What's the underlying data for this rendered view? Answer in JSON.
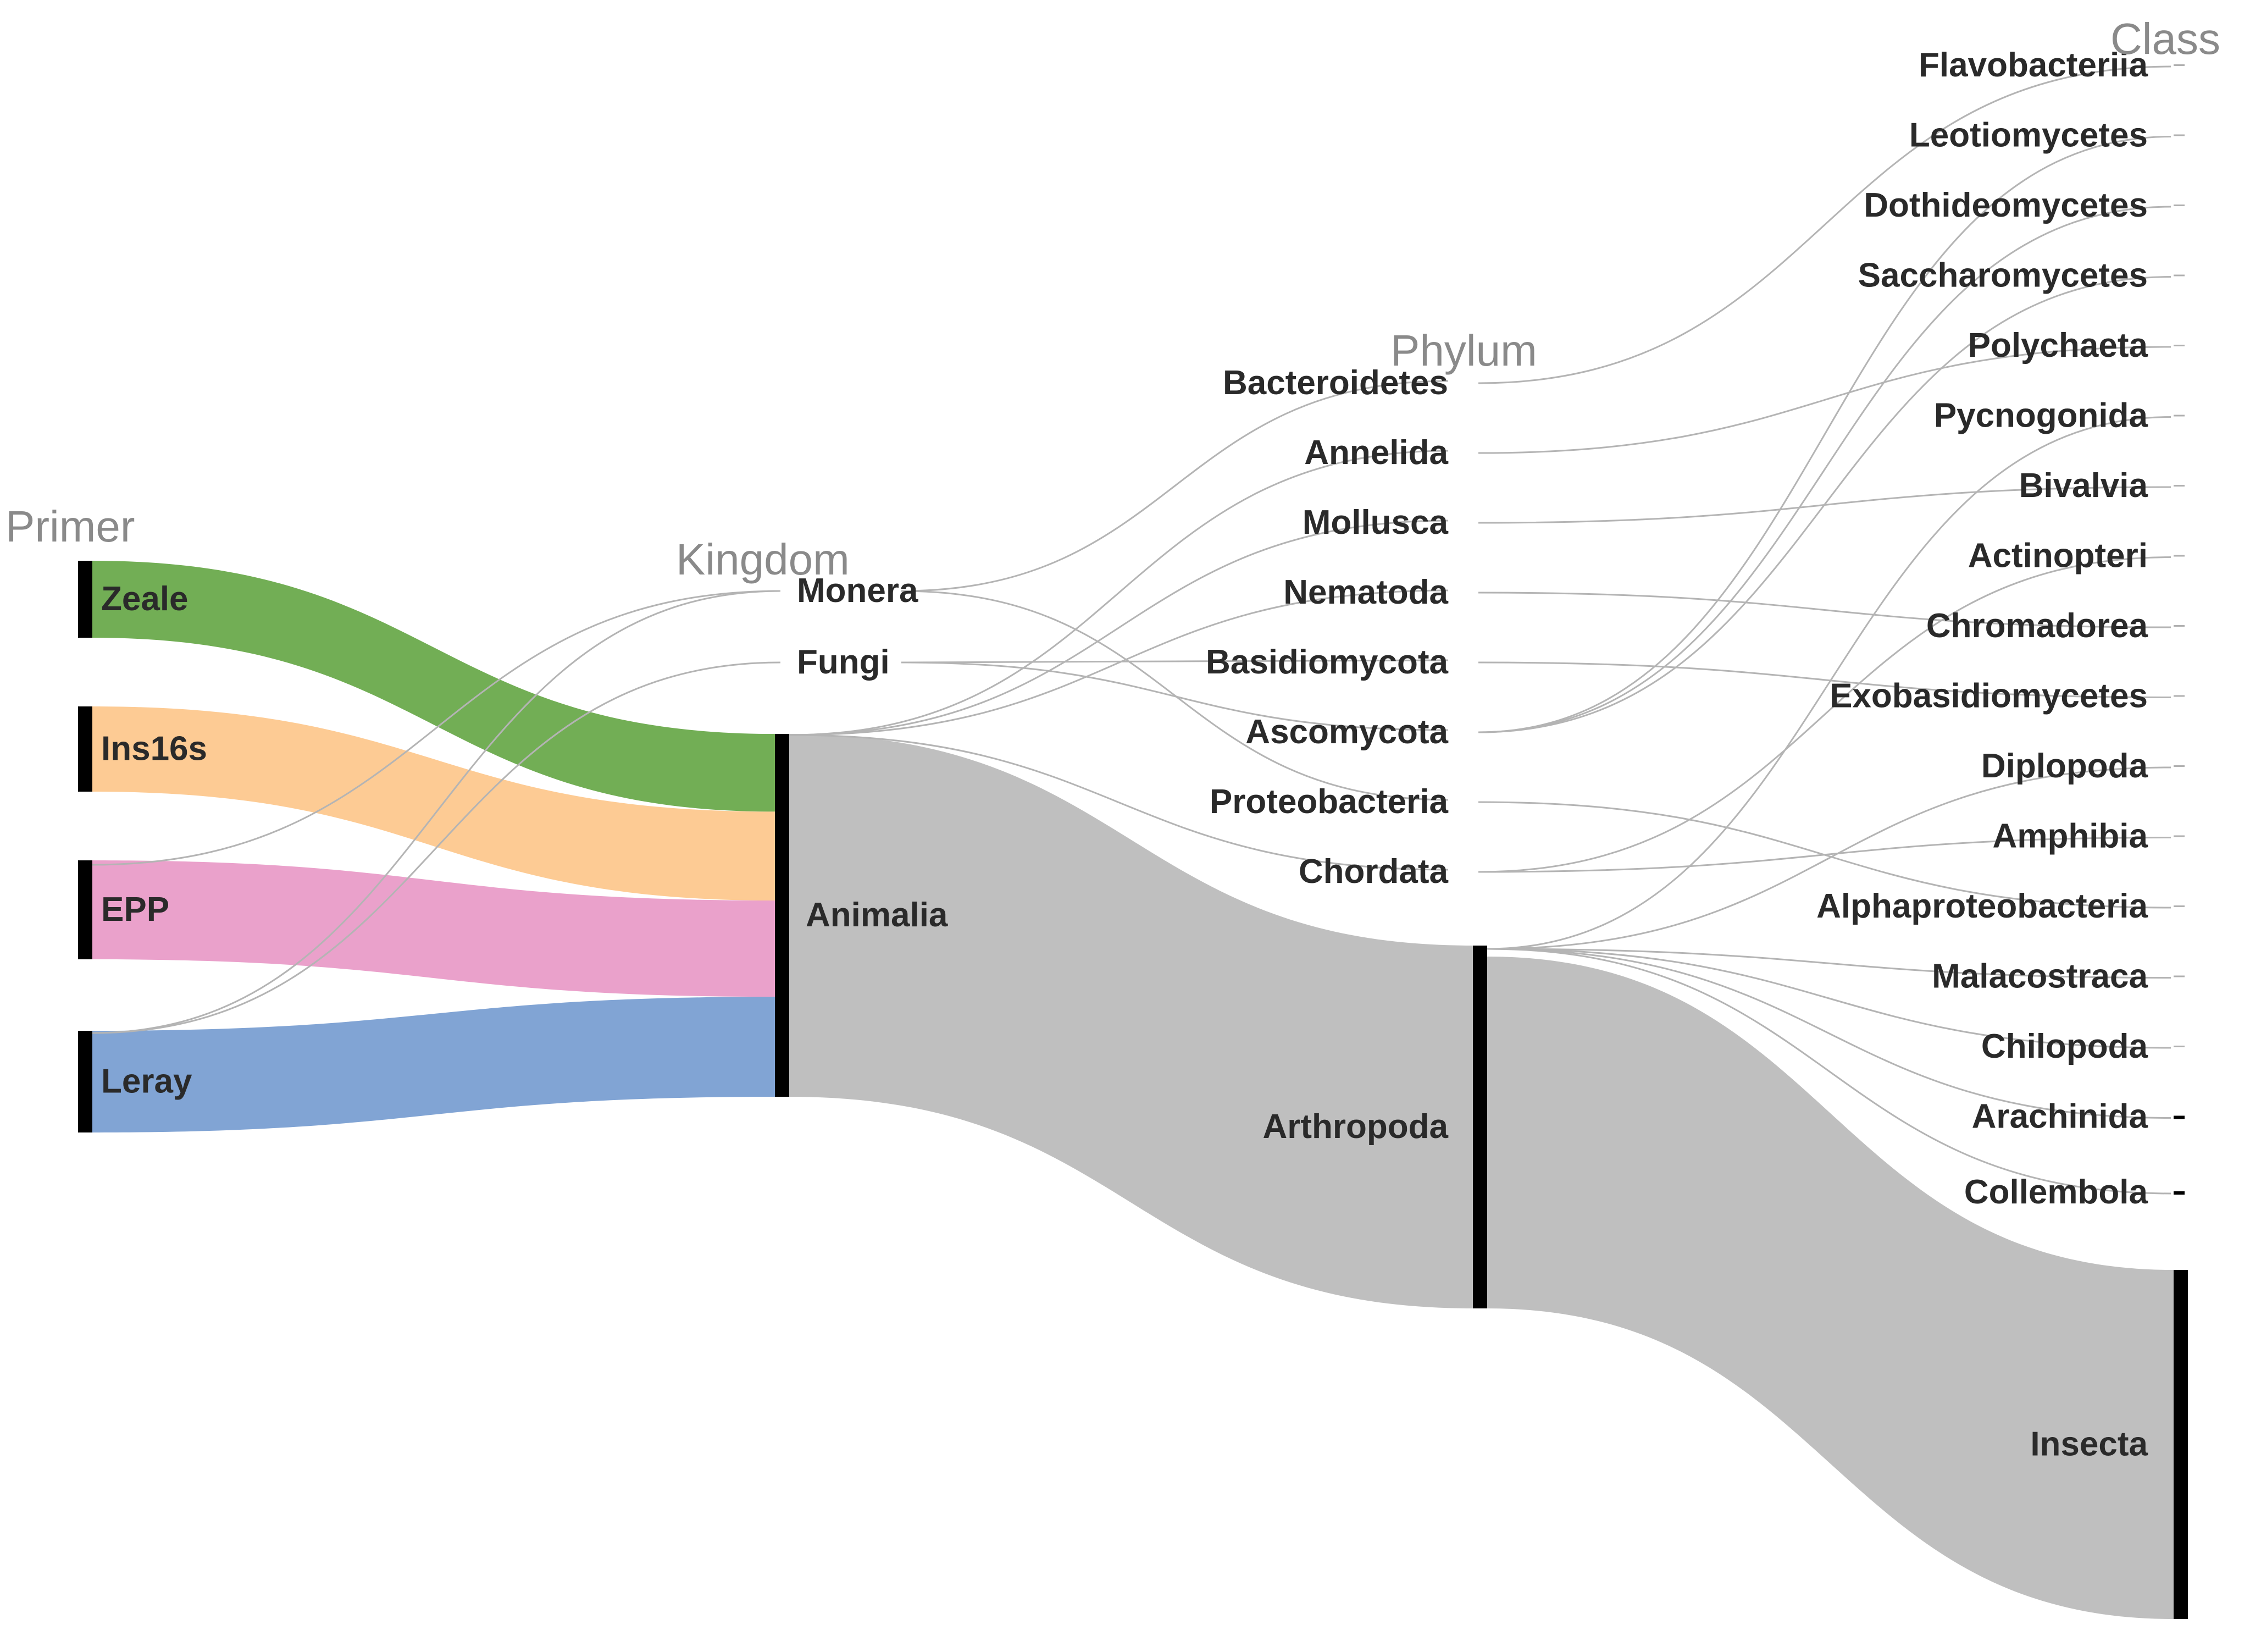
{
  "columns": {
    "primer": "Primer",
    "kingdom": "Kingdom",
    "phylum": "Phylum",
    "class": "Class"
  },
  "colors": {
    "Zeale": "#6aaa4c",
    "Ins16s": "#fdc88e",
    "EPP": "#e99cc8",
    "Leray": "#7a9fd2",
    "main_flow": "#bcbcbc",
    "thin_link": "#b4b4b4",
    "node_bar": "#000000"
  },
  "nodes": {
    "primer": [
      "Zeale",
      "Ins16s",
      "EPP",
      "Leray"
    ],
    "kingdom": [
      "Monera",
      "Fungi",
      "Animalia"
    ],
    "phylum": [
      "Bacteroidetes",
      "Annelida",
      "Mollusca",
      "Nematoda",
      "Basidiomycota",
      "Ascomycota",
      "Proteobacteria",
      "Chordata",
      "Arthropoda"
    ],
    "class": [
      "Flavobacteriia",
      "Leotiomycetes",
      "Dothideomycetes",
      "Saccharomycetes",
      "Polychaeta",
      "Pycnogonida",
      "Bivalvia",
      "Actinopteri",
      "Chromadorea",
      "Exobasidiomycetes",
      "Diplopoda",
      "Amphibia",
      "Alphaproteobacteria",
      "Malacostraca",
      "Chilopoda",
      "Arachinida",
      "Collembola",
      "Insecta"
    ]
  },
  "flows": {
    "primer_to_kingdom": [
      {
        "source": "Zeale",
        "target": "Animalia",
        "share": 0.21
      },
      {
        "source": "Ins16s",
        "target": "Animalia",
        "share": 0.24
      },
      {
        "source": "EPP",
        "target": "Animalia",
        "share": 0.26
      },
      {
        "source": "Leray",
        "target": "Animalia",
        "share": 0.27
      },
      {
        "source": "EPP",
        "target": "Monera",
        "share": 0.002
      },
      {
        "source": "Leray",
        "target": "Monera",
        "share": 0.002
      },
      {
        "source": "Leray",
        "target": "Fungi",
        "share": 0.002
      }
    ],
    "kingdom_to_phylum": [
      {
        "source": "Animalia",
        "target": "Arthropoda",
        "share": 0.98
      },
      {
        "source": "Animalia",
        "target": "Annelida",
        "share": 0.002
      },
      {
        "source": "Animalia",
        "target": "Mollusca",
        "share": 0.002
      },
      {
        "source": "Animalia",
        "target": "Nematoda",
        "share": 0.002
      },
      {
        "source": "Animalia",
        "target": "Chordata",
        "share": 0.002
      },
      {
        "source": "Monera",
        "target": "Bacteroidetes",
        "share": 0.002
      },
      {
        "source": "Monera",
        "target": "Proteobacteria",
        "share": 0.002
      },
      {
        "source": "Fungi",
        "target": "Basidiomycota",
        "share": 0.002
      },
      {
        "source": "Fungi",
        "target": "Ascomycota",
        "share": 0.002
      }
    ],
    "phylum_to_class": [
      {
        "source": "Arthropoda",
        "target": "Insecta",
        "share": 0.95
      },
      {
        "source": "Arthropoda",
        "target": "Collembola",
        "share": 0.01
      },
      {
        "source": "Arthropoda",
        "target": "Arachinida",
        "share": 0.01
      },
      {
        "source": "Arthropoda",
        "target": "Pycnogonida",
        "share": 0.002
      },
      {
        "source": "Arthropoda",
        "target": "Diplopoda",
        "share": 0.002
      },
      {
        "source": "Arthropoda",
        "target": "Malacostraca",
        "share": 0.002
      },
      {
        "source": "Arthropoda",
        "target": "Chilopoda",
        "share": 0.002
      },
      {
        "source": "Bacteroidetes",
        "target": "Flavobacteriia",
        "share": 0.002
      },
      {
        "source": "Annelida",
        "target": "Polychaeta",
        "share": 0.002
      },
      {
        "source": "Mollusca",
        "target": "Bivalvia",
        "share": 0.002
      },
      {
        "source": "Nematoda",
        "target": "Chromadorea",
        "share": 0.002
      },
      {
        "source": "Basidiomycota",
        "target": "Exobasidiomycetes",
        "share": 0.002
      },
      {
        "source": "Ascomycota",
        "target": "Leotiomycetes",
        "share": 0.002
      },
      {
        "source": "Ascomycota",
        "target": "Dothideomycetes",
        "share": 0.002
      },
      {
        "source": "Ascomycota",
        "target": "Saccharomycetes",
        "share": 0.002
      },
      {
        "source": "Proteobacteria",
        "target": "Alphaproteobacteria",
        "share": 0.002
      },
      {
        "source": "Chordata",
        "target": "Actinopteri",
        "share": 0.002
      },
      {
        "source": "Chordata",
        "target": "Amphibia",
        "share": 0.002
      }
    ]
  }
}
